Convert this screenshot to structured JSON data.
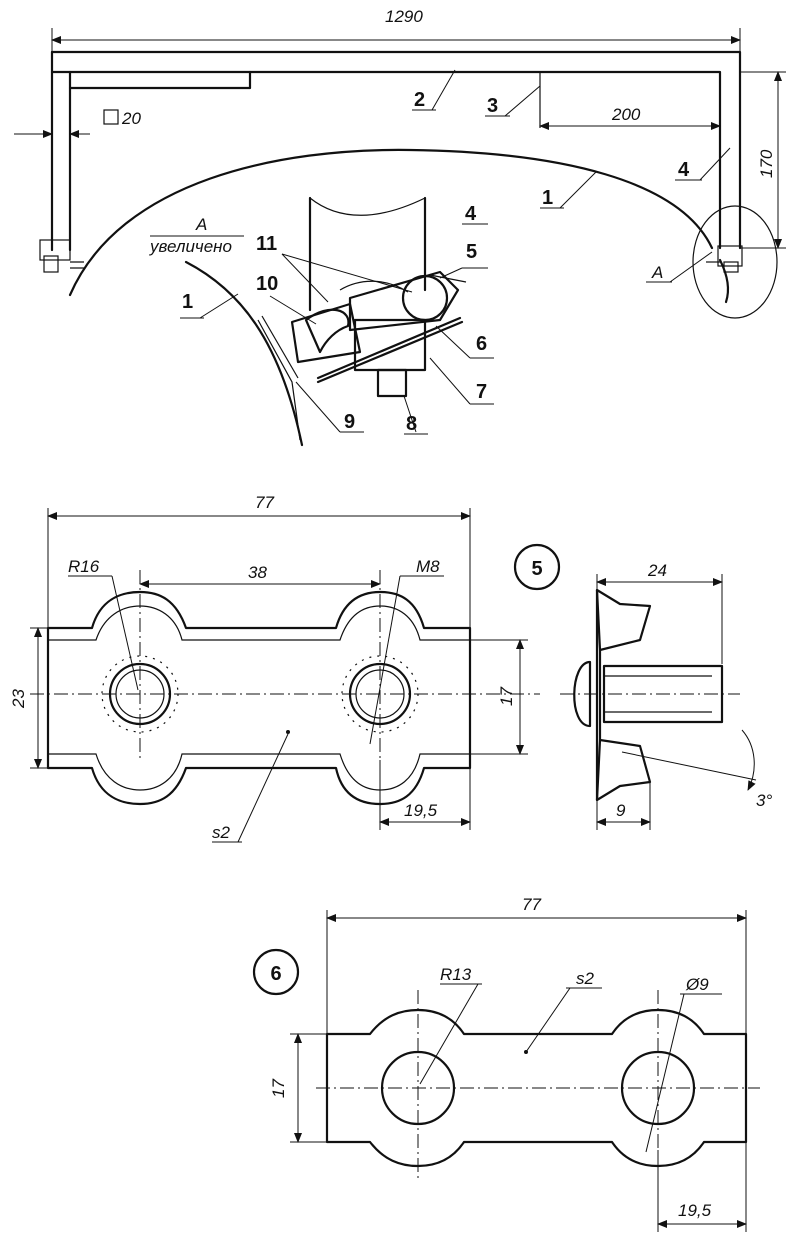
{
  "top_view": {
    "dim_total_width": "1290",
    "dim_square": "20",
    "dim_offset": "200",
    "dim_height": "170",
    "callouts": [
      "2",
      "3",
      "4",
      "1"
    ],
    "view_ref": "A",
    "detail_title": "A",
    "detail_subtitle": "увеличено",
    "detail_callouts": [
      "11",
      "4",
      "5",
      "10",
      "1",
      "6",
      "7",
      "9",
      "8"
    ]
  },
  "part5": {
    "number": "5",
    "dim_length": "77",
    "dim_hole_spacing": "38",
    "dim_radius": "R16",
    "dim_thread": "M8",
    "dim_width": "23",
    "dim_inner_width": "17",
    "dim_edge": "19,5",
    "thickness": "s2",
    "side_dim_length": "24",
    "side_dim_depth": "9",
    "side_dim_angle": "3°"
  },
  "part6": {
    "number": "6",
    "dim_length": "77",
    "dim_radius": "R13",
    "dim_hole": "Ø9",
    "thickness": "s2",
    "dim_width": "17",
    "dim_edge": "19,5"
  }
}
